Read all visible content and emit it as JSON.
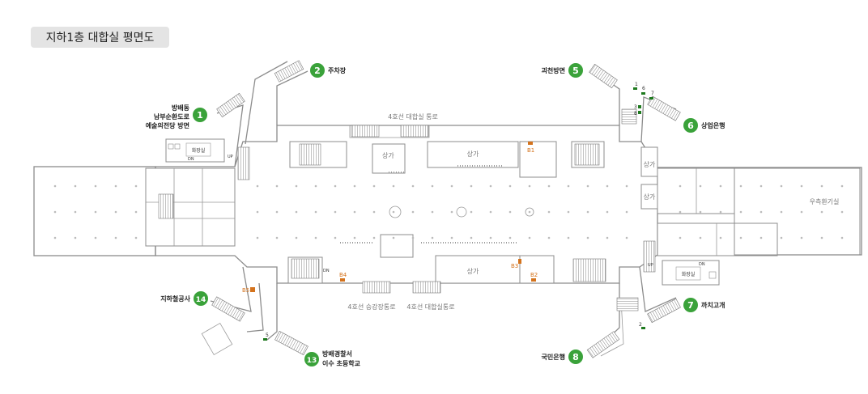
{
  "title": "지하1층 대합실 평면도",
  "exits": [
    {
      "num": "1",
      "label": [
        "방배동",
        "남부순환도로",
        "예술의전당 방면"
      ]
    },
    {
      "num": "2",
      "label": [
        "주차장"
      ]
    },
    {
      "num": "5",
      "label": [
        "괴천방면"
      ]
    },
    {
      "num": "6",
      "label": [
        "상업은행"
      ]
    },
    {
      "num": "7",
      "label": [
        "까치고개"
      ]
    },
    {
      "num": "8",
      "label": [
        "국민은행"
      ]
    },
    {
      "num": "13",
      "label": [
        "방배경찰서",
        "이수 초등학교"
      ]
    },
    {
      "num": "14",
      "label": [
        "지하철공사"
      ]
    }
  ],
  "areas": {
    "passage_top": "4호선 대합실 통로",
    "passage_bottom_left": "4호선 승강장통로",
    "passage_bottom_right": "4호선 대합실통로",
    "shop": "상가",
    "toilet": "화장실",
    "ventilation": "우측환기실",
    "dn": "DN",
    "up": "UP"
  },
  "codes": {
    "b1": "B1",
    "b2": "B2",
    "b3": "B3",
    "b4": "B4",
    "b5": "B5"
  },
  "gate_codes": {
    "g1": "1",
    "g6": "6",
    "g7": "7",
    "g3": "3",
    "g8": "8",
    "g2": "2",
    "g5": "5"
  },
  "colors": {
    "exit_green": "#3aa23a",
    "code_orange": "#d4731d",
    "gate_green": "#1e7a1e",
    "wall": "#8c8c8c"
  }
}
